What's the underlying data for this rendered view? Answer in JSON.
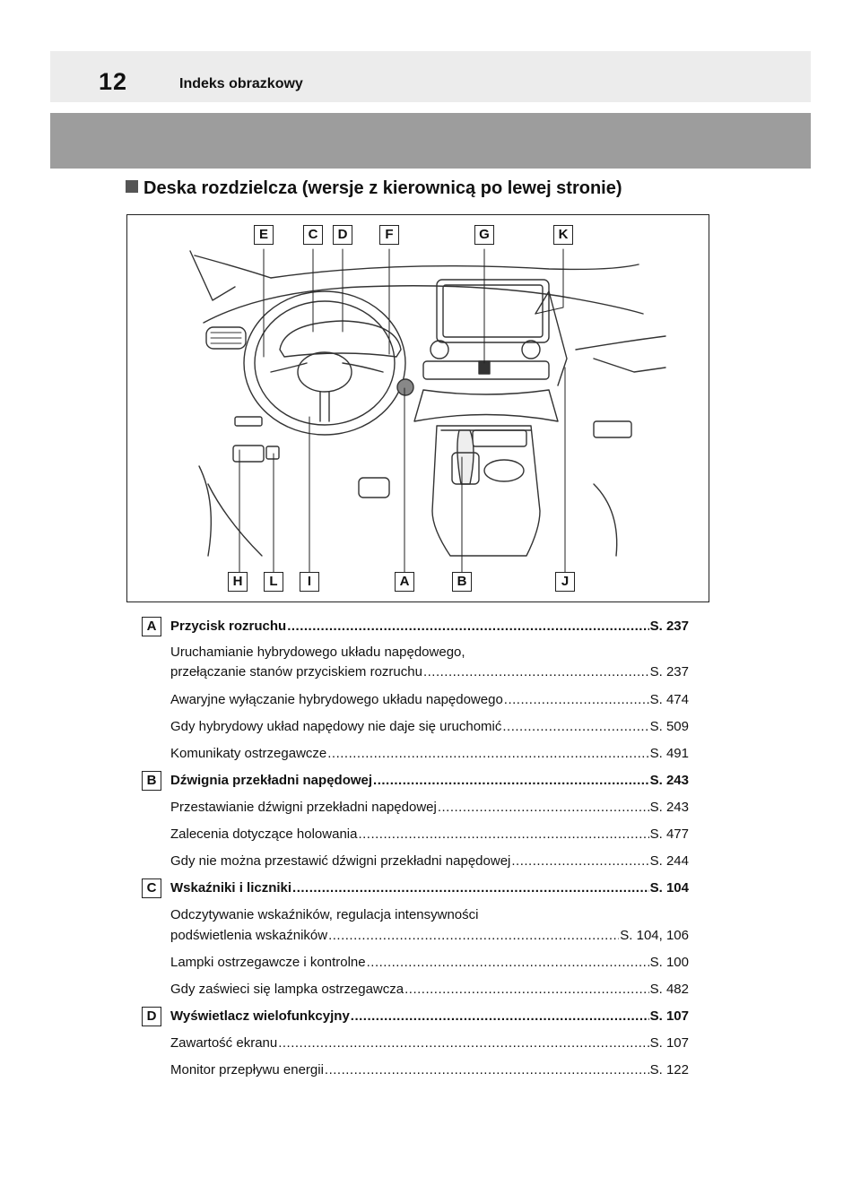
{
  "header": {
    "page_number": "12",
    "title": "Indeks obrazkowy"
  },
  "section": {
    "title": "Deska rozdzielcza (wersje z kierownicą po lewej stronie)"
  },
  "diagram": {
    "top_labels": [
      "E",
      "C",
      "D",
      "F",
      "G",
      "K"
    ],
    "bottom_labels": [
      "H",
      "L",
      "I",
      "A",
      "B",
      "J"
    ]
  },
  "entries": [
    {
      "letter": "A",
      "title": "Przycisk rozruchu",
      "page": "S. 237",
      "items": [
        {
          "line1": "Uruchamianie hybrydowego układu napędowego,",
          "label": "przełączanie stanów przyciskiem rozruchu",
          "page": "S. 237"
        },
        {
          "label": "Awaryjne wyłączanie hybrydowego układu napędowego",
          "page": "S. 474"
        },
        {
          "label": "Gdy hybrydowy układ napędowy nie daje się uruchomić",
          "page": "S. 509"
        },
        {
          "label": "Komunikaty ostrzegawcze",
          "page": "S. 491"
        }
      ]
    },
    {
      "letter": "B",
      "title": "Dźwignia przekładni napędowej",
      "page": "S. 243",
      "items": [
        {
          "label": "Przestawianie dźwigni przekładni napędowej",
          "page": "S. 243"
        },
        {
          "label": "Zalecenia dotyczące holowania",
          "page": "S. 477"
        },
        {
          "label": "Gdy nie można przestawić dźwigni przekładni napędowej",
          "page": "S. 244"
        }
      ]
    },
    {
      "letter": "C",
      "title": "Wskaźniki i liczniki",
      "page": "S. 104",
      "items": [
        {
          "line1": "Odczytywanie wskaźników, regulacja intensywności",
          "label": "podświetlenia wskaźników",
          "page": "S. 104, 106"
        },
        {
          "label": "Lampki ostrzegawcze i kontrolne",
          "page": "S. 100"
        },
        {
          "label": "Gdy zaświeci się lampka ostrzegawcza",
          "page": "S. 482"
        }
      ]
    },
    {
      "letter": "D",
      "title": "Wyświetlacz wielofunkcyjny",
      "page": "S. 107",
      "items": [
        {
          "label": "Zawartość ekranu",
          "page": "S. 107"
        },
        {
          "label": "Monitor przepływu energii",
          "page": "S. 122"
        }
      ]
    }
  ]
}
